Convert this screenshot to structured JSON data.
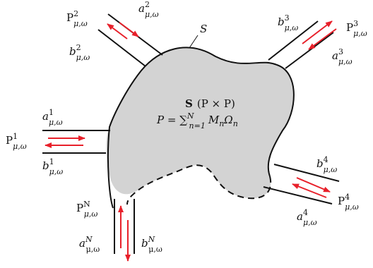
{
  "surface_label": "S",
  "center": {
    "matrix_symbol": "S",
    "matrix_size": "(P × P)",
    "equation_lhs": "P = ∑",
    "sum_sub": "n=1",
    "sum_sup": "N",
    "equation_rhs": "M",
    "m_sub": "n",
    "omega": "Ω",
    "omega_sub": "n"
  },
  "ports": [
    {
      "id": "2",
      "P": "P",
      "a": "a",
      "b": "b",
      "sub": "μ,ω"
    },
    {
      "id": "3",
      "P": "P",
      "a": "a",
      "b": "b",
      "sub": "μ,ω"
    },
    {
      "id": "1",
      "P": "P",
      "a": "a",
      "b": "b",
      "sub": "μ,ω"
    },
    {
      "id": "4",
      "P": "P",
      "a": "a",
      "b": "b",
      "sub": "μ,ω"
    },
    {
      "id": "N",
      "P": "P",
      "a": "a",
      "b": "b",
      "sub": "μ,ω"
    }
  ],
  "colors": {
    "body_fill": "#d3d3d3",
    "arrow": "#e8202a",
    "stroke": "#111111"
  }
}
